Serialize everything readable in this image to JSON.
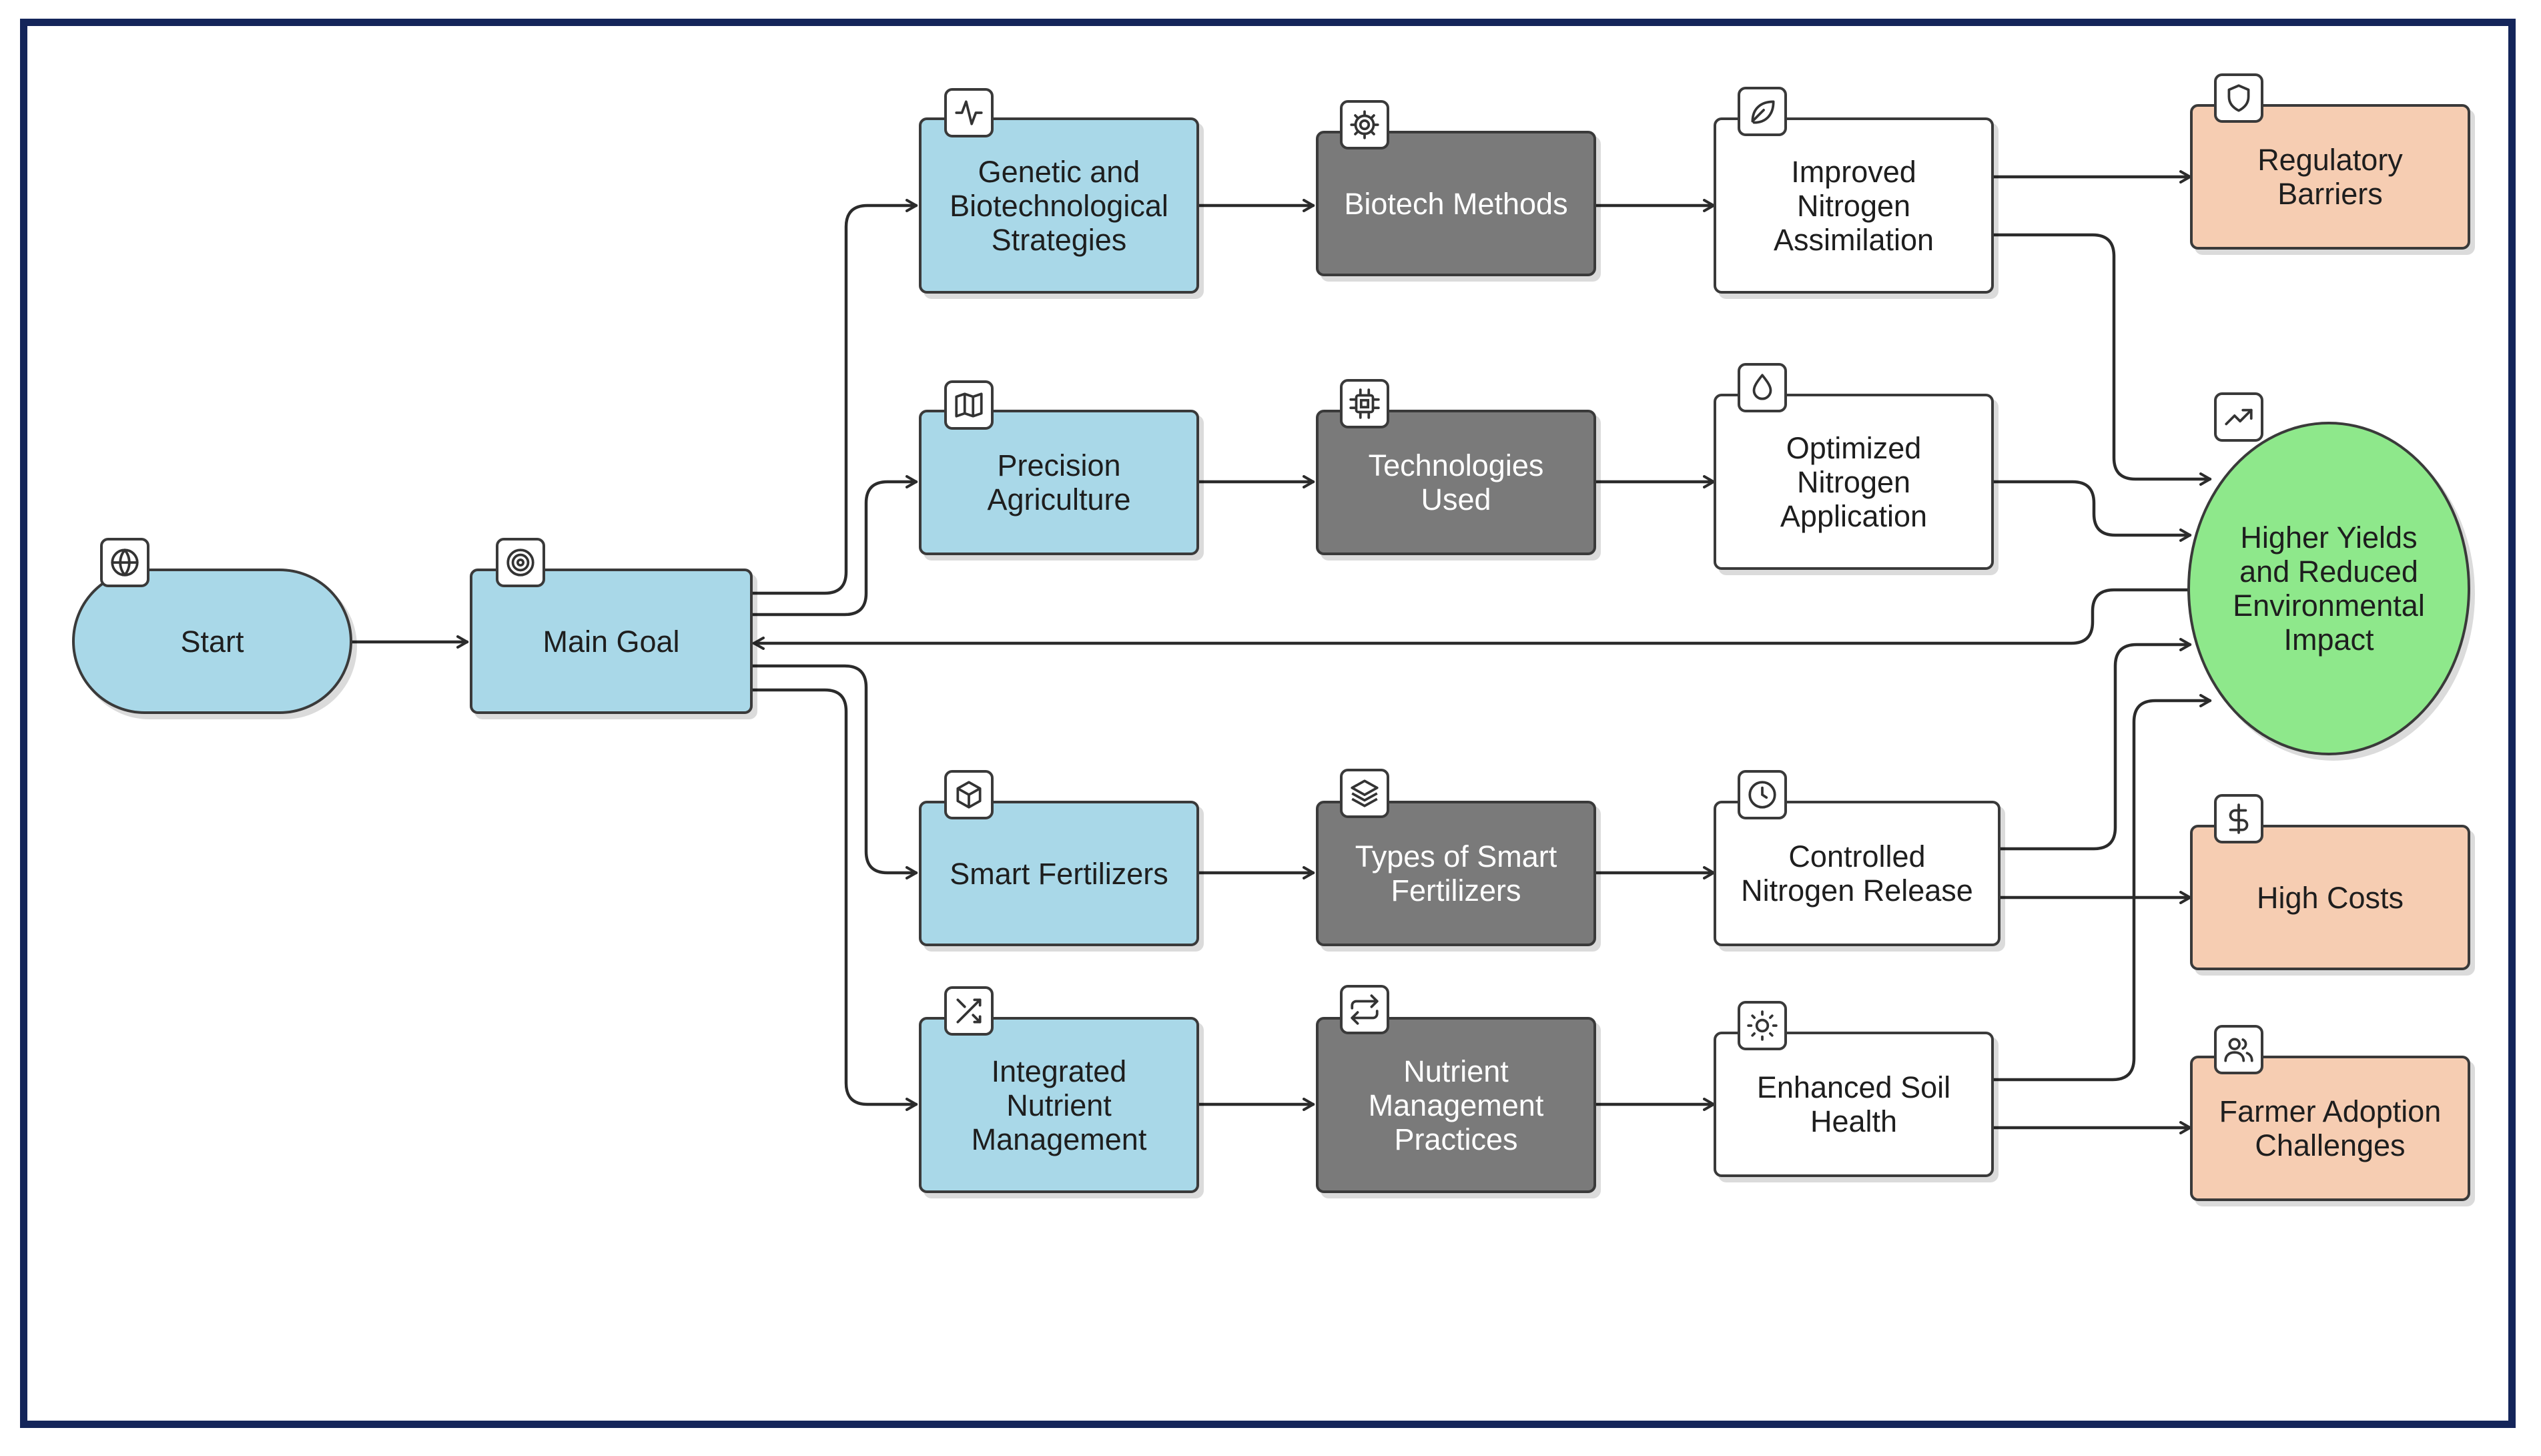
{
  "colors": {
    "frame_border": "#14255a",
    "blue_node": "#a9d8e8",
    "dark_node": "#7a7a7a",
    "white_node": "#ffffff",
    "orange_node": "#f6cdb2",
    "green_node": "#8ee88b",
    "line": "#2b2b2b"
  },
  "nodes": {
    "start": {
      "label": "Start",
      "icon": "globe-icon"
    },
    "main_goal": {
      "label": "Main Goal",
      "icon": "target-icon"
    },
    "genetic": {
      "label": "Genetic and\nBiotechnological\nStrategies",
      "icon": "activity-icon"
    },
    "biotech_methods": {
      "label": "Biotech Methods",
      "icon": "gear-icon"
    },
    "improved_assimilation": {
      "label": "Improved\nNitrogen\nAssimilation",
      "icon": "leaf-icon"
    },
    "regulatory": {
      "label": "Regulatory\nBarriers",
      "icon": "shield-icon"
    },
    "precision": {
      "label": "Precision\nAgriculture",
      "icon": "map-icon"
    },
    "technologies": {
      "label": "Technologies\nUsed",
      "icon": "chip-icon"
    },
    "optimized_application": {
      "label": "Optimized\nNitrogen\nApplication",
      "icon": "droplet-icon"
    },
    "higher_yields": {
      "label": "Higher Yields\nand Reduced\nEnvironmental\nImpact",
      "icon": "trending-up-icon"
    },
    "smart_fertilizers": {
      "label": "Smart Fertilizers",
      "icon": "package-icon"
    },
    "types_smart": {
      "label": "Types of Smart\nFertilizers",
      "icon": "layers-icon"
    },
    "controlled_release": {
      "label": "Controlled\nNitrogen Release",
      "icon": "clock-icon"
    },
    "high_costs": {
      "label": "High Costs",
      "icon": "dollar-icon"
    },
    "integrated": {
      "label": "Integrated\nNutrient\nManagement",
      "icon": "shuffle-icon"
    },
    "nutrient_practices": {
      "label": "Nutrient\nManagement\nPractices",
      "icon": "repeat-icon"
    },
    "soil_health": {
      "label": "Enhanced Soil\nHealth",
      "icon": "sun-icon"
    },
    "farmer_adoption": {
      "label": "Farmer Adoption\nChallenges",
      "icon": "users-icon"
    }
  }
}
